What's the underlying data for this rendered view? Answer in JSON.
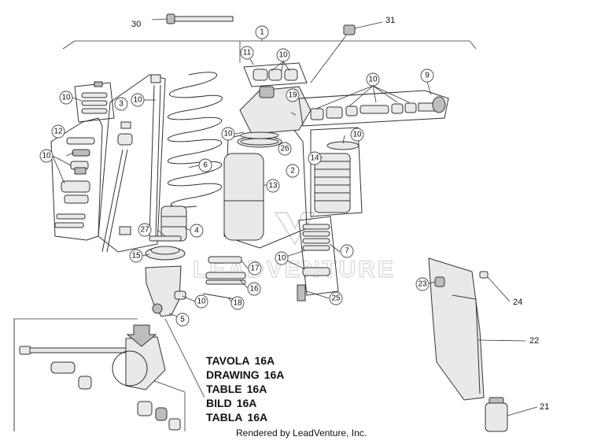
{
  "callouts_circled": [
    "1",
    "2",
    "3",
    "4",
    "5",
    "6",
    "7",
    "9",
    "10",
    "11",
    "12",
    "13",
    "14",
    "15",
    "16",
    "17",
    "18",
    "19",
    "23",
    "25",
    "26",
    "27"
  ],
  "callouts_plain": [
    "30",
    "31",
    "22",
    "24",
    "21"
  ],
  "captions": [
    {
      "label": "TAVOLA",
      "number": "16A"
    },
    {
      "label": "DRAWING",
      "number": "16A"
    },
    {
      "label": "TABLE",
      "number": "16A"
    },
    {
      "label": "BILD",
      "number": "16A"
    },
    {
      "label": "TABLA",
      "number": "16A"
    }
  ],
  "watermark_text": "LEADVENTURE",
  "credit": "Rendered by LeadVenture, Inc."
}
